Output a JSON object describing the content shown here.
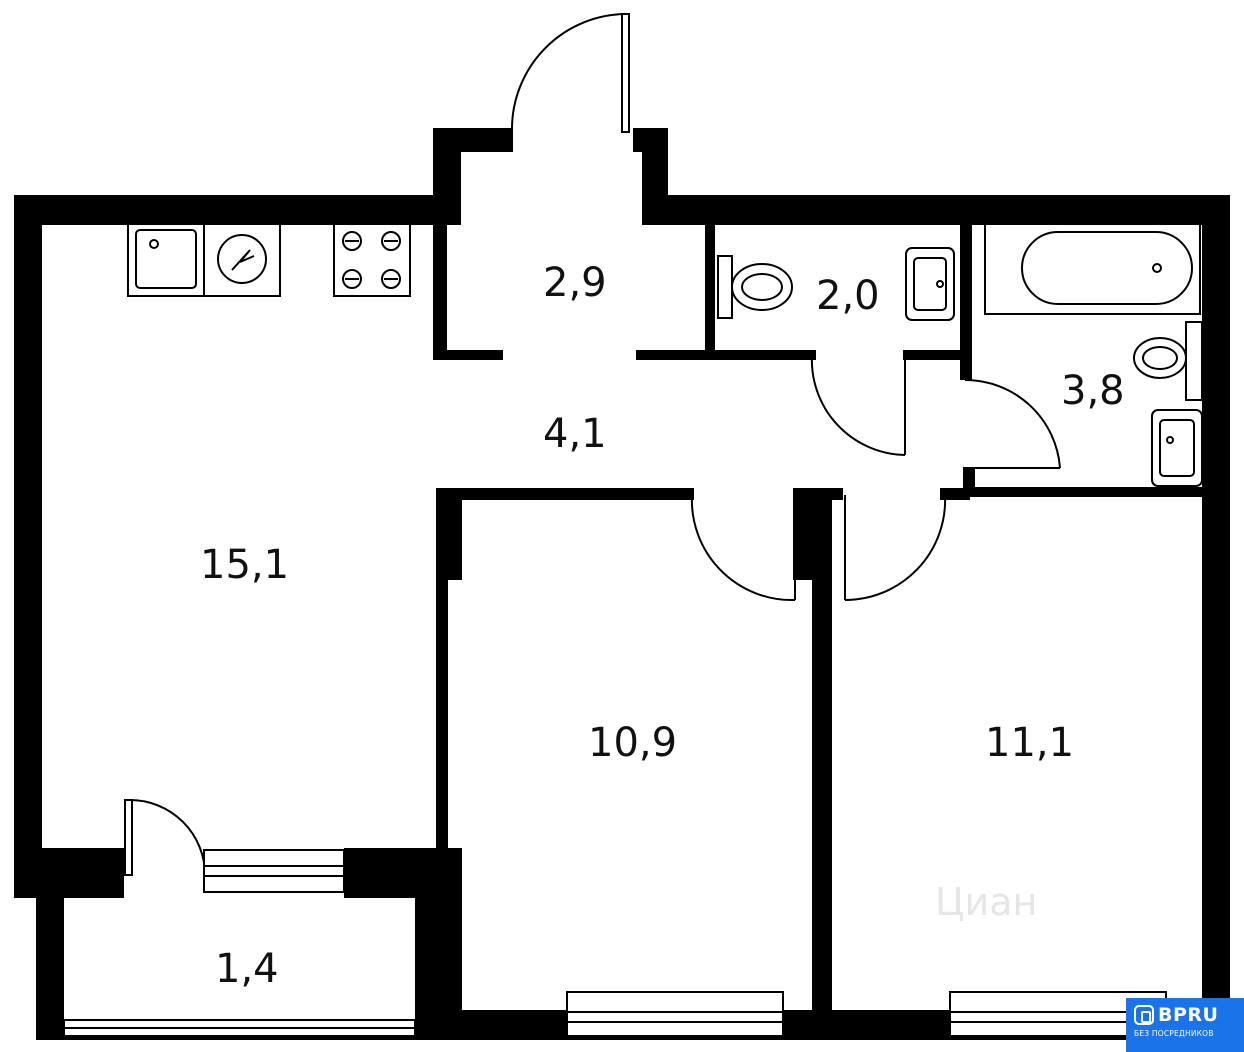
{
  "rooms": {
    "kitchen_living": "15,1",
    "vestibule": "2,9",
    "toilet": "2,0",
    "hallway": "4,1",
    "bathroom": "3,8",
    "bedroom_1": "10,9",
    "bedroom_2": "11,1",
    "balcony": "1,4"
  },
  "watermark": {
    "text": "Циан"
  },
  "badge": {
    "brand": "BPRU",
    "tagline": "БЕЗ ПОСРЕДНИКОВ",
    "color": "#1a73e8"
  },
  "colors": {
    "wall": "#000000",
    "background": "#ffffff"
  }
}
